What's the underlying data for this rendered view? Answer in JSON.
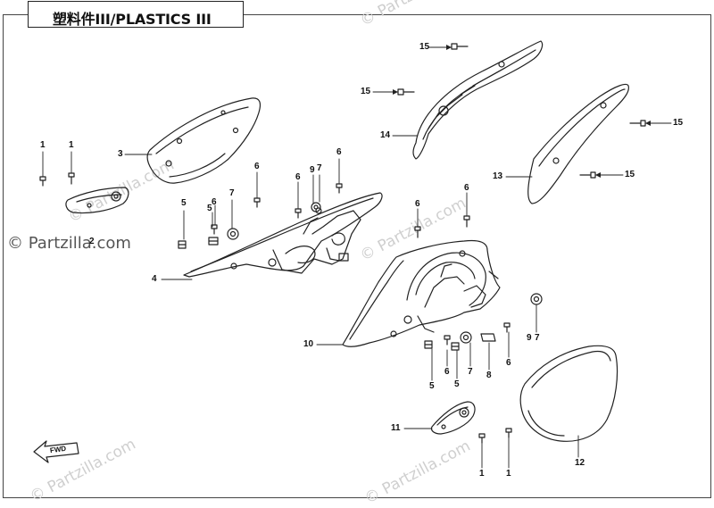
{
  "title": "塑料件III/PLASTICS III",
  "watermark": {
    "main": "© Partzilla.com",
    "repeat": "© Partzilla.com"
  },
  "fwd_label": "FWD",
  "callouts": {
    "c1a": "1",
    "c1b": "1",
    "c1c": "1",
    "c1d": "1",
    "c2": "2",
    "c3": "3",
    "c4": "4",
    "c5a": "5",
    "c5b": "5",
    "c5c": "5",
    "c5d": "5",
    "c6a": "6",
    "c6b": "6",
    "c6c": "6",
    "c6d": "6",
    "c6e": "6",
    "c6f": "6",
    "c6g": "6",
    "c6h": "6",
    "c7a": "7",
    "c7b": "7",
    "c7c": "7",
    "c8": "8",
    "c9a": "9",
    "c9b": "9",
    "c10": "10",
    "c11": "11",
    "c12": "12",
    "c13": "13",
    "c14": "14",
    "c15a": "15",
    "c15b": "15",
    "c15c": "15",
    "c15d": "15"
  },
  "colors": {
    "line": "#222222",
    "watermark": "#cfcfcf"
  }
}
